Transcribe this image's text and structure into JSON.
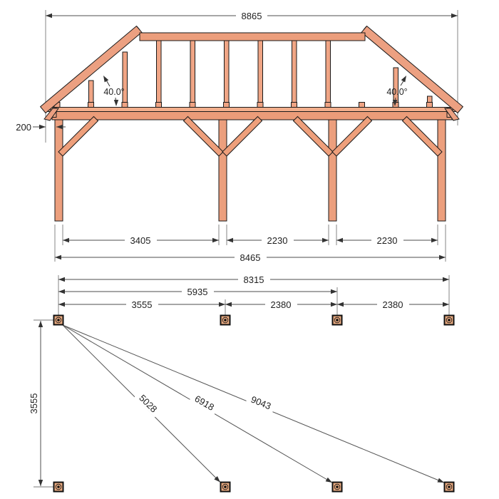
{
  "drawing": {
    "type": "timber-frame construction drawing",
    "views": [
      "front-elevation",
      "foundation-plan"
    ]
  },
  "colors": {
    "wood_main": "#ECA081",
    "wood_light": "#F3B695",
    "wood_mid": "#EFA888",
    "outline": "#1a1a1a",
    "dimension_line": "#4d4d4d",
    "extension_line": "#787878",
    "text": "#1f1f1f",
    "background": "#ffffff"
  },
  "elevation": {
    "width_total": "8865",
    "overhang": "200",
    "angle_left": "40.0°",
    "angle_right": "40.0°",
    "bay1": "3405",
    "bay2": "2230",
    "bay3": "2230",
    "outer": "8465"
  },
  "plan": {
    "total": "8315",
    "to_post3": "5935",
    "bay1": "3555",
    "bay2": "2380",
    "bay3": "2380",
    "depth": "3555",
    "diag1": "5028",
    "diag2": "6918",
    "diag3": "9043"
  }
}
